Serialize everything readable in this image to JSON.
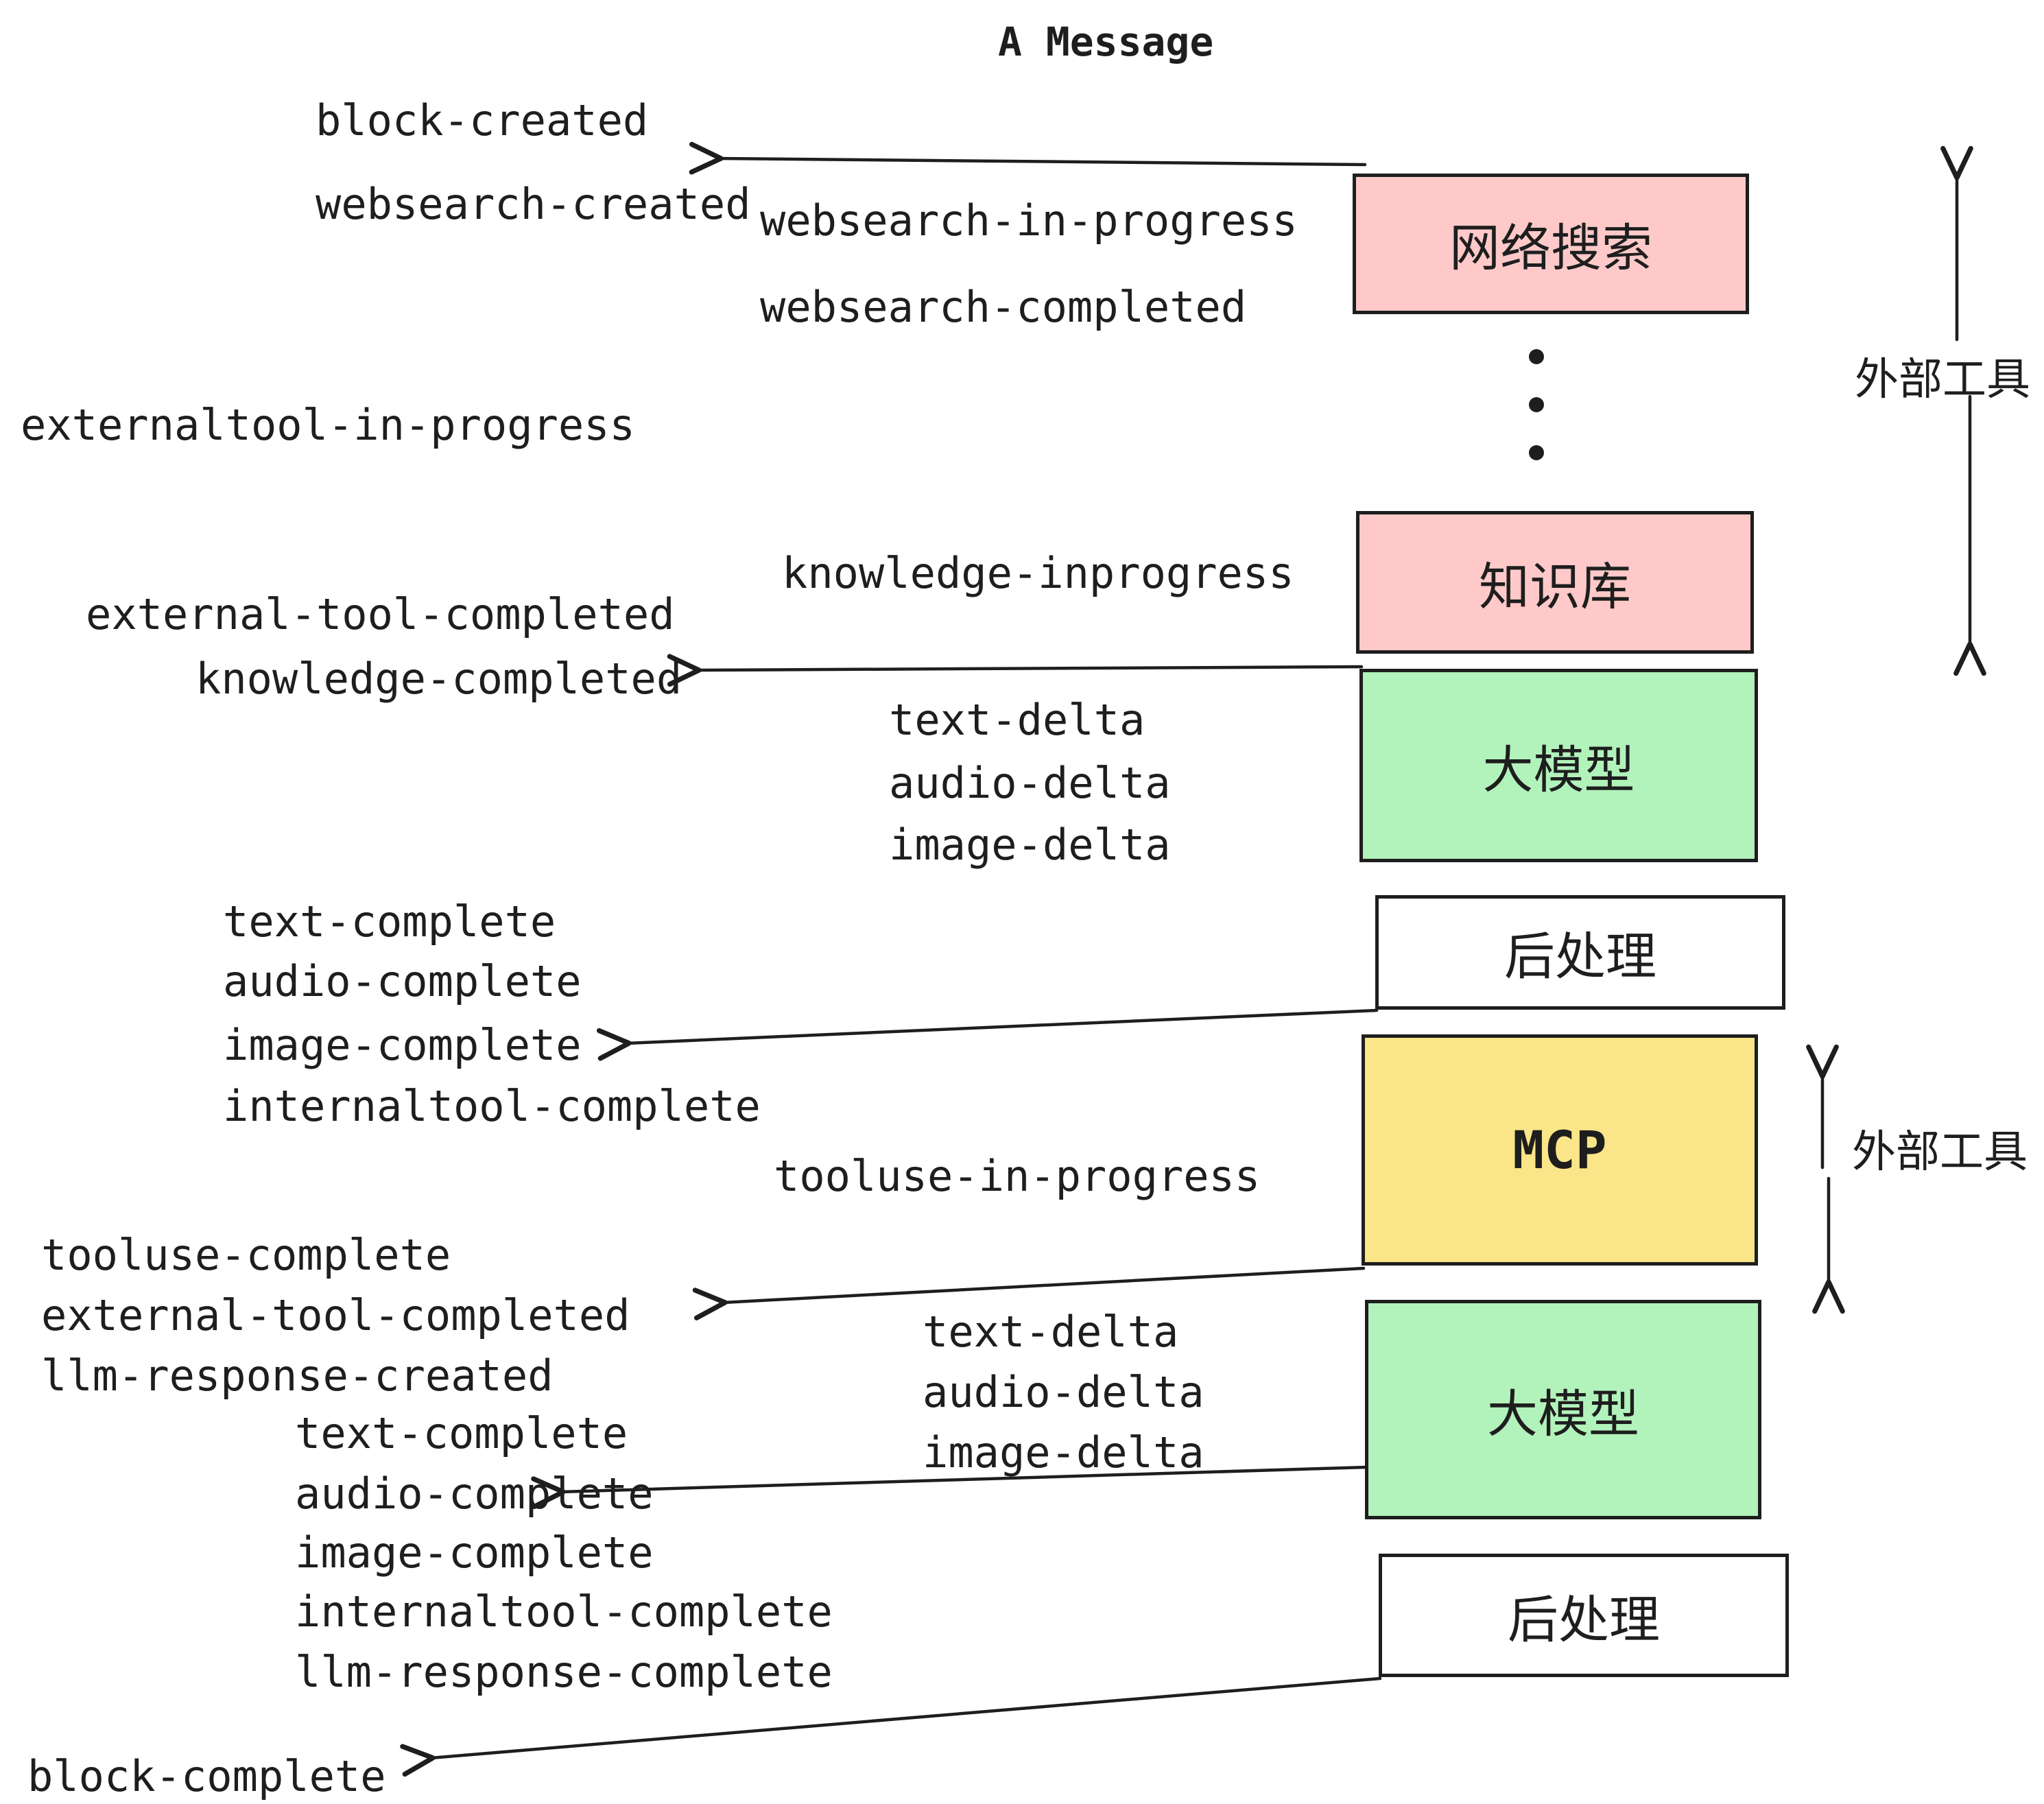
{
  "title": "A Message",
  "colors": {
    "ink": "#1e1e1e",
    "pink": "#FFC9C9",
    "green": "#B2F2BB",
    "yellow": "#FAE588",
    "white": "#ffffff",
    "background": "#ffffff"
  },
  "boxes": {
    "websearch": {
      "label": "网络搜索",
      "color": "pink"
    },
    "knowledge": {
      "label": "知识库",
      "color": "pink"
    },
    "llm_top": {
      "label": "大模型",
      "color": "green"
    },
    "post_top": {
      "label": "后处理",
      "color": "white"
    },
    "mcp": {
      "label": "MCP",
      "color": "yellow"
    },
    "llm_bottom": {
      "label": "大模型",
      "color": "green"
    },
    "post_bottom": {
      "label": "后处理",
      "color": "white"
    }
  },
  "annotations": {
    "external_tools_top": "外部工具",
    "external_tools_bottom": "外部工具"
  },
  "events": {
    "block_created": "block-created",
    "websearch_created": "websearch-created",
    "websearch_in_progress": "websearch-in-progress",
    "websearch_completed": "websearch-completed",
    "externaltool_in_progress": "externaltool-in-progress",
    "knowledge_inprogress": "knowledge-inprogress",
    "external_tool_completed": "external-tool-completed",
    "knowledge_completed": "knowledge-completed",
    "text_delta": "text-delta",
    "audio_delta": "audio-delta",
    "image_delta": "image-delta",
    "text_complete": "text-complete",
    "audio_complete": "audio-complete",
    "image_complete": "image-complete",
    "internaltool_complete": "internaltool-complete",
    "tooluse_in_progress": "tooluse-in-progress",
    "tooluse_complete": "tooluse-complete",
    "llm_response_created": "llm-response-created",
    "llm_response_complete": "llm-response-complete",
    "block_complete": "block-complete"
  }
}
